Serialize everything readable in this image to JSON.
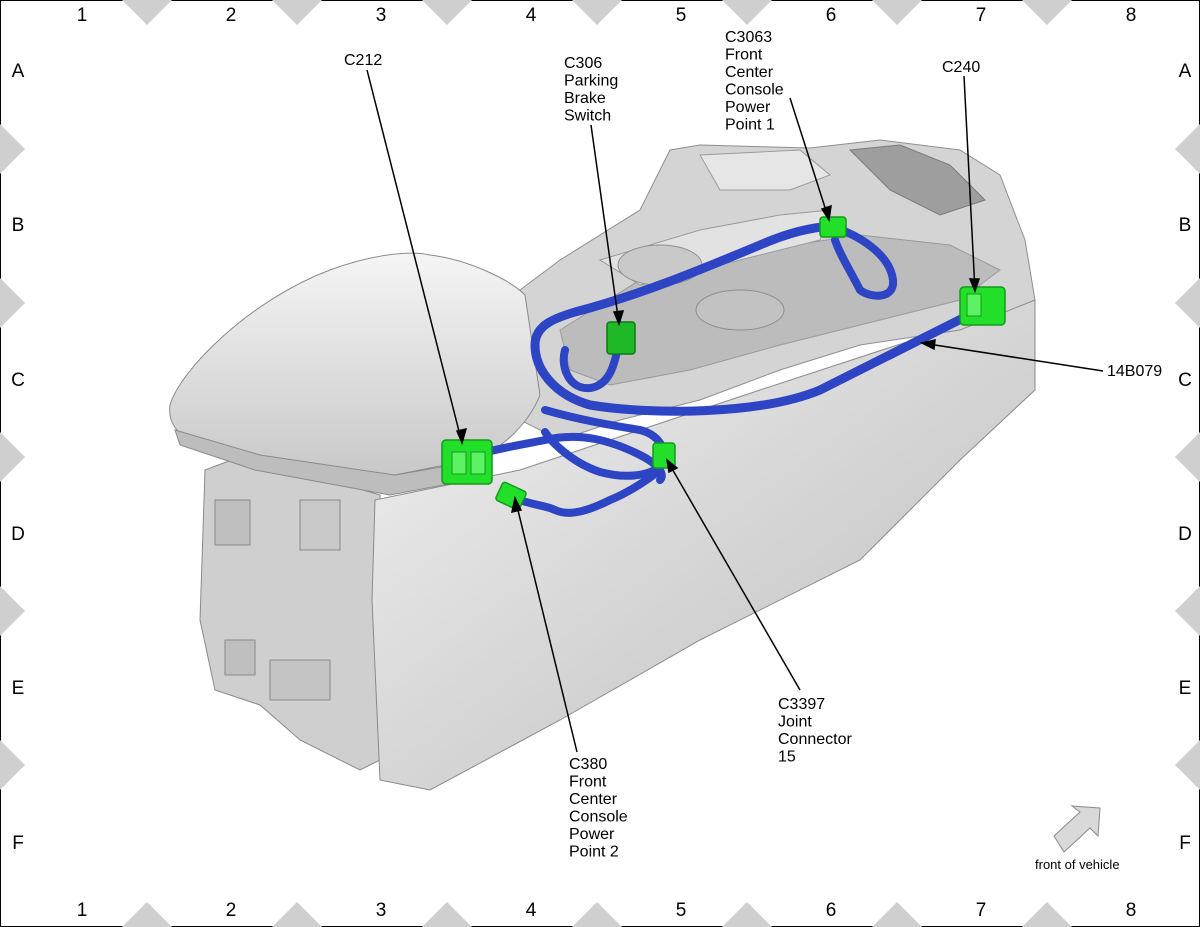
{
  "grid": {
    "columns": [
      "1",
      "2",
      "3",
      "4",
      "5",
      "6",
      "7",
      "8"
    ],
    "rows": [
      "A",
      "B",
      "C",
      "D",
      "E",
      "F"
    ]
  },
  "callouts": {
    "c212": [
      "C212"
    ],
    "c306": [
      "C306",
      "Parking",
      "Brake",
      "Switch"
    ],
    "c3063": [
      "C3063",
      "Front",
      "Center",
      "Console",
      "Power",
      "Point 1"
    ],
    "c240": [
      "C240"
    ],
    "h14b079": [
      "14B079"
    ],
    "c3397": [
      "C3397",
      "Joint",
      "Connector",
      "15"
    ],
    "c380": [
      "C380",
      "Front",
      "Center",
      "Console",
      "Power",
      "Point 2"
    ]
  },
  "orientation": {
    "icon": "arrow-up-right-icon",
    "label": "front of vehicle"
  },
  "colors": {
    "harness": "#2d44c4",
    "connector": "#22e02a",
    "console": "#d9d9d9",
    "grid_marker": "#cfcfcf"
  }
}
